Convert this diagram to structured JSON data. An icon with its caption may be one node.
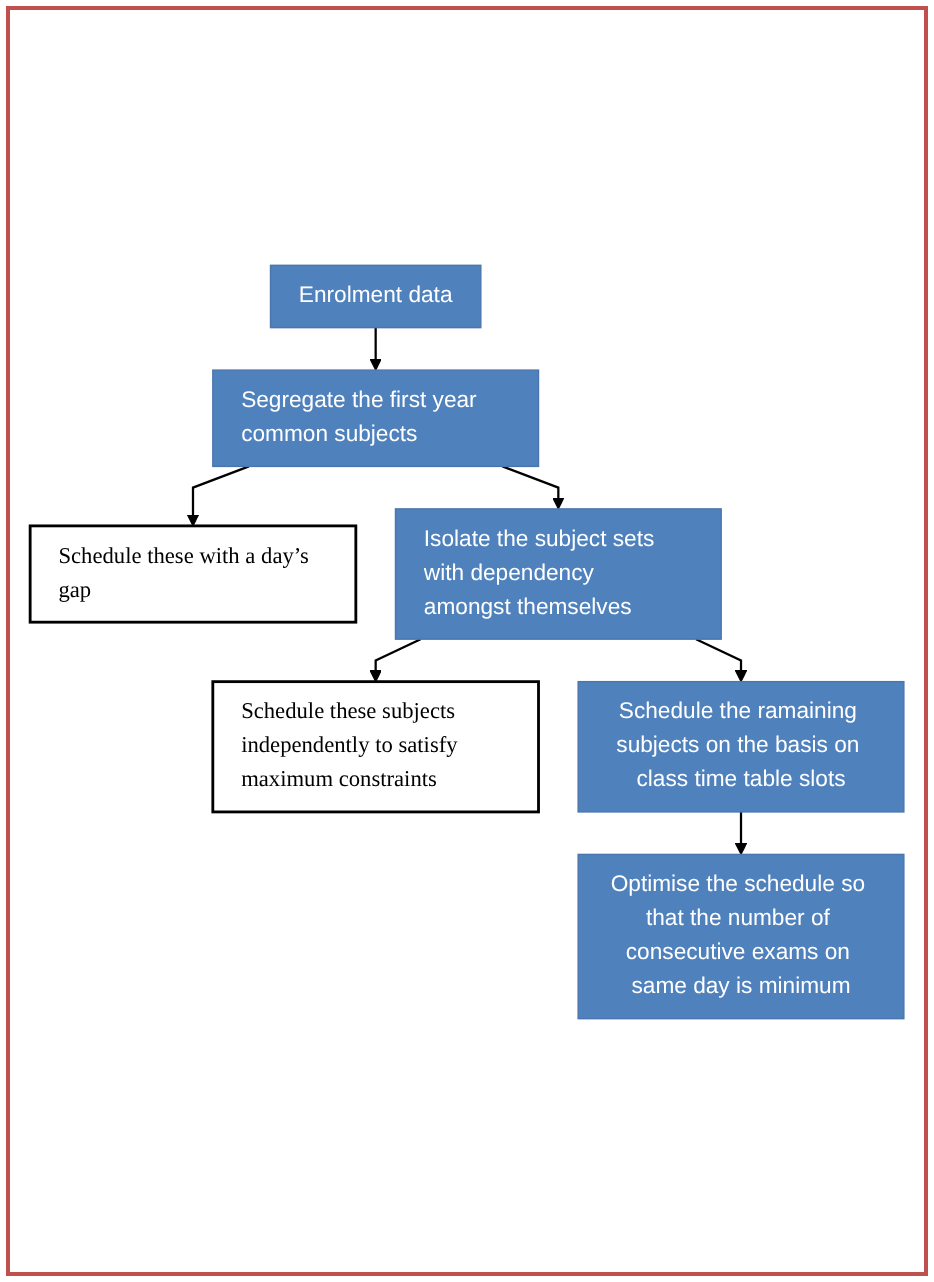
{
  "diagram": {
    "nodes": [
      {
        "text": [
          "Enrolment data"
        ]
      },
      {
        "text": [
          "Segregate the first year common subjects"
        ]
      },
      {
        "text": [
          "Schedule these with a day’s gap"
        ]
      },
      {
        "text": [
          "Isolate the subject sets with dependency amongst themselves"
        ]
      },
      {
        "text": [
          "Schedule these subjects independently to satisfy maximum constraints"
        ]
      },
      {
        "text": [
          "Schedule the ramaining subjects on the basis on class time table slots"
        ]
      },
      {
        "text": [
          "Optimise the schedule so that the number of consecutive exams on same day is minimum"
        ]
      }
    ],
    "edges": [
      {
        "from": 0,
        "to": 1,
        "arrow": "to"
      },
      {
        "from": 1,
        "to": 2,
        "arrow": "to"
      },
      {
        "from": 1,
        "to": 3,
        "arrow": "to"
      },
      {
        "from": 3,
        "to": 4,
        "arrow": "to"
      },
      {
        "from": 3,
        "to": 5,
        "arrow": "to"
      },
      {
        "from": 5,
        "to": 6,
        "arrow": "to"
      }
    ]
  }
}
